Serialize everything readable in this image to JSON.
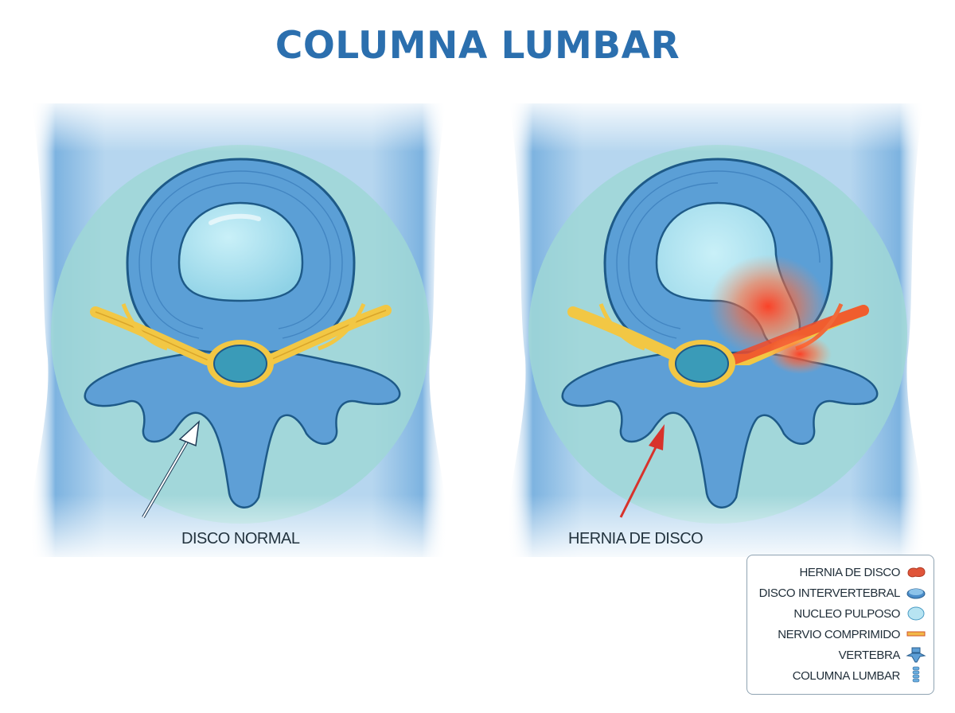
{
  "title": "COLUMNA LUMBAR",
  "panels": [
    {
      "id": "normal",
      "label": "DISCO NORMAL",
      "arrow_color": "#ffffff",
      "state": "normal"
    },
    {
      "id": "herniated",
      "label": "HERNIA DE DISCO",
      "arrow_color": "#d8322b",
      "state": "herniated"
    }
  ],
  "legend": {
    "items": [
      {
        "label": "HERNIA DE DISCO",
        "icon": "herniated-disc-icon"
      },
      {
        "label": "DISCO INTERVERTEBRAL",
        "icon": "intervertebral-disc-icon"
      },
      {
        "label": "NUCLEO PULPOSO",
        "icon": "nucleus-pulposus-icon"
      },
      {
        "label": "NERVIO COMPRIMIDO",
        "icon": "compressed-nerve-icon"
      },
      {
        "label": "VERTEBRA",
        "icon": "vertebra-icon"
      },
      {
        "label": "COLUMNA LUMBAR",
        "icon": "lumbar-spine-icon"
      }
    ]
  },
  "colors": {
    "title": "#2b6fae",
    "annulus": "#5b9fd6",
    "outline": "#1e5a88",
    "nucleus": "#aee3f0",
    "background_disc": "#9fd7d6",
    "nerve": "#f2c744",
    "herniation": "#e8442c"
  }
}
